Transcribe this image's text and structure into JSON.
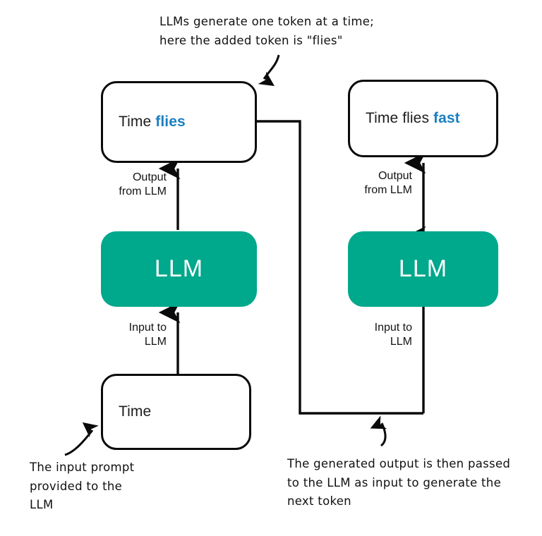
{
  "diagram": {
    "title_annotation": "LLMs generate one token at a time;\nhere the added token is \"flies\"",
    "colors": {
      "llm_fill": "#00a88c",
      "token_highlight": "#1a7fc1",
      "stroke": "#0a0a0a",
      "background": "#ffffff"
    },
    "columns": [
      {
        "id": "step-1",
        "input_box": {
          "name": "input-prompt-box",
          "text": "Time"
        },
        "llm_box": {
          "name": "llm-box-step-1",
          "text": "LLM"
        },
        "output_box": {
          "name": "output-box-step-1",
          "text_plain": "Time ",
          "text_highlight": "flies"
        },
        "input_edge_label": "Input to\nLLM",
        "output_edge_label": "Output\nfrom LLM"
      },
      {
        "id": "step-2",
        "llm_box": {
          "name": "llm-box-step-2",
          "text": "LLM"
        },
        "output_box": {
          "name": "output-box-step-2",
          "text_plain": "Time flies ",
          "text_highlight": "fast"
        },
        "input_edge_label": "Input to\nLLM",
        "output_edge_label": "Output\nfrom LLM"
      }
    ],
    "annotations": {
      "top": "LLMs generate one token at a time;\nhere the added token is \"flies\"",
      "bottom_left": "The input prompt\nprovided to the\nLLM",
      "bottom_right": "The generated output is then passed\nto the LLM as input to generate the\nnext token"
    }
  }
}
